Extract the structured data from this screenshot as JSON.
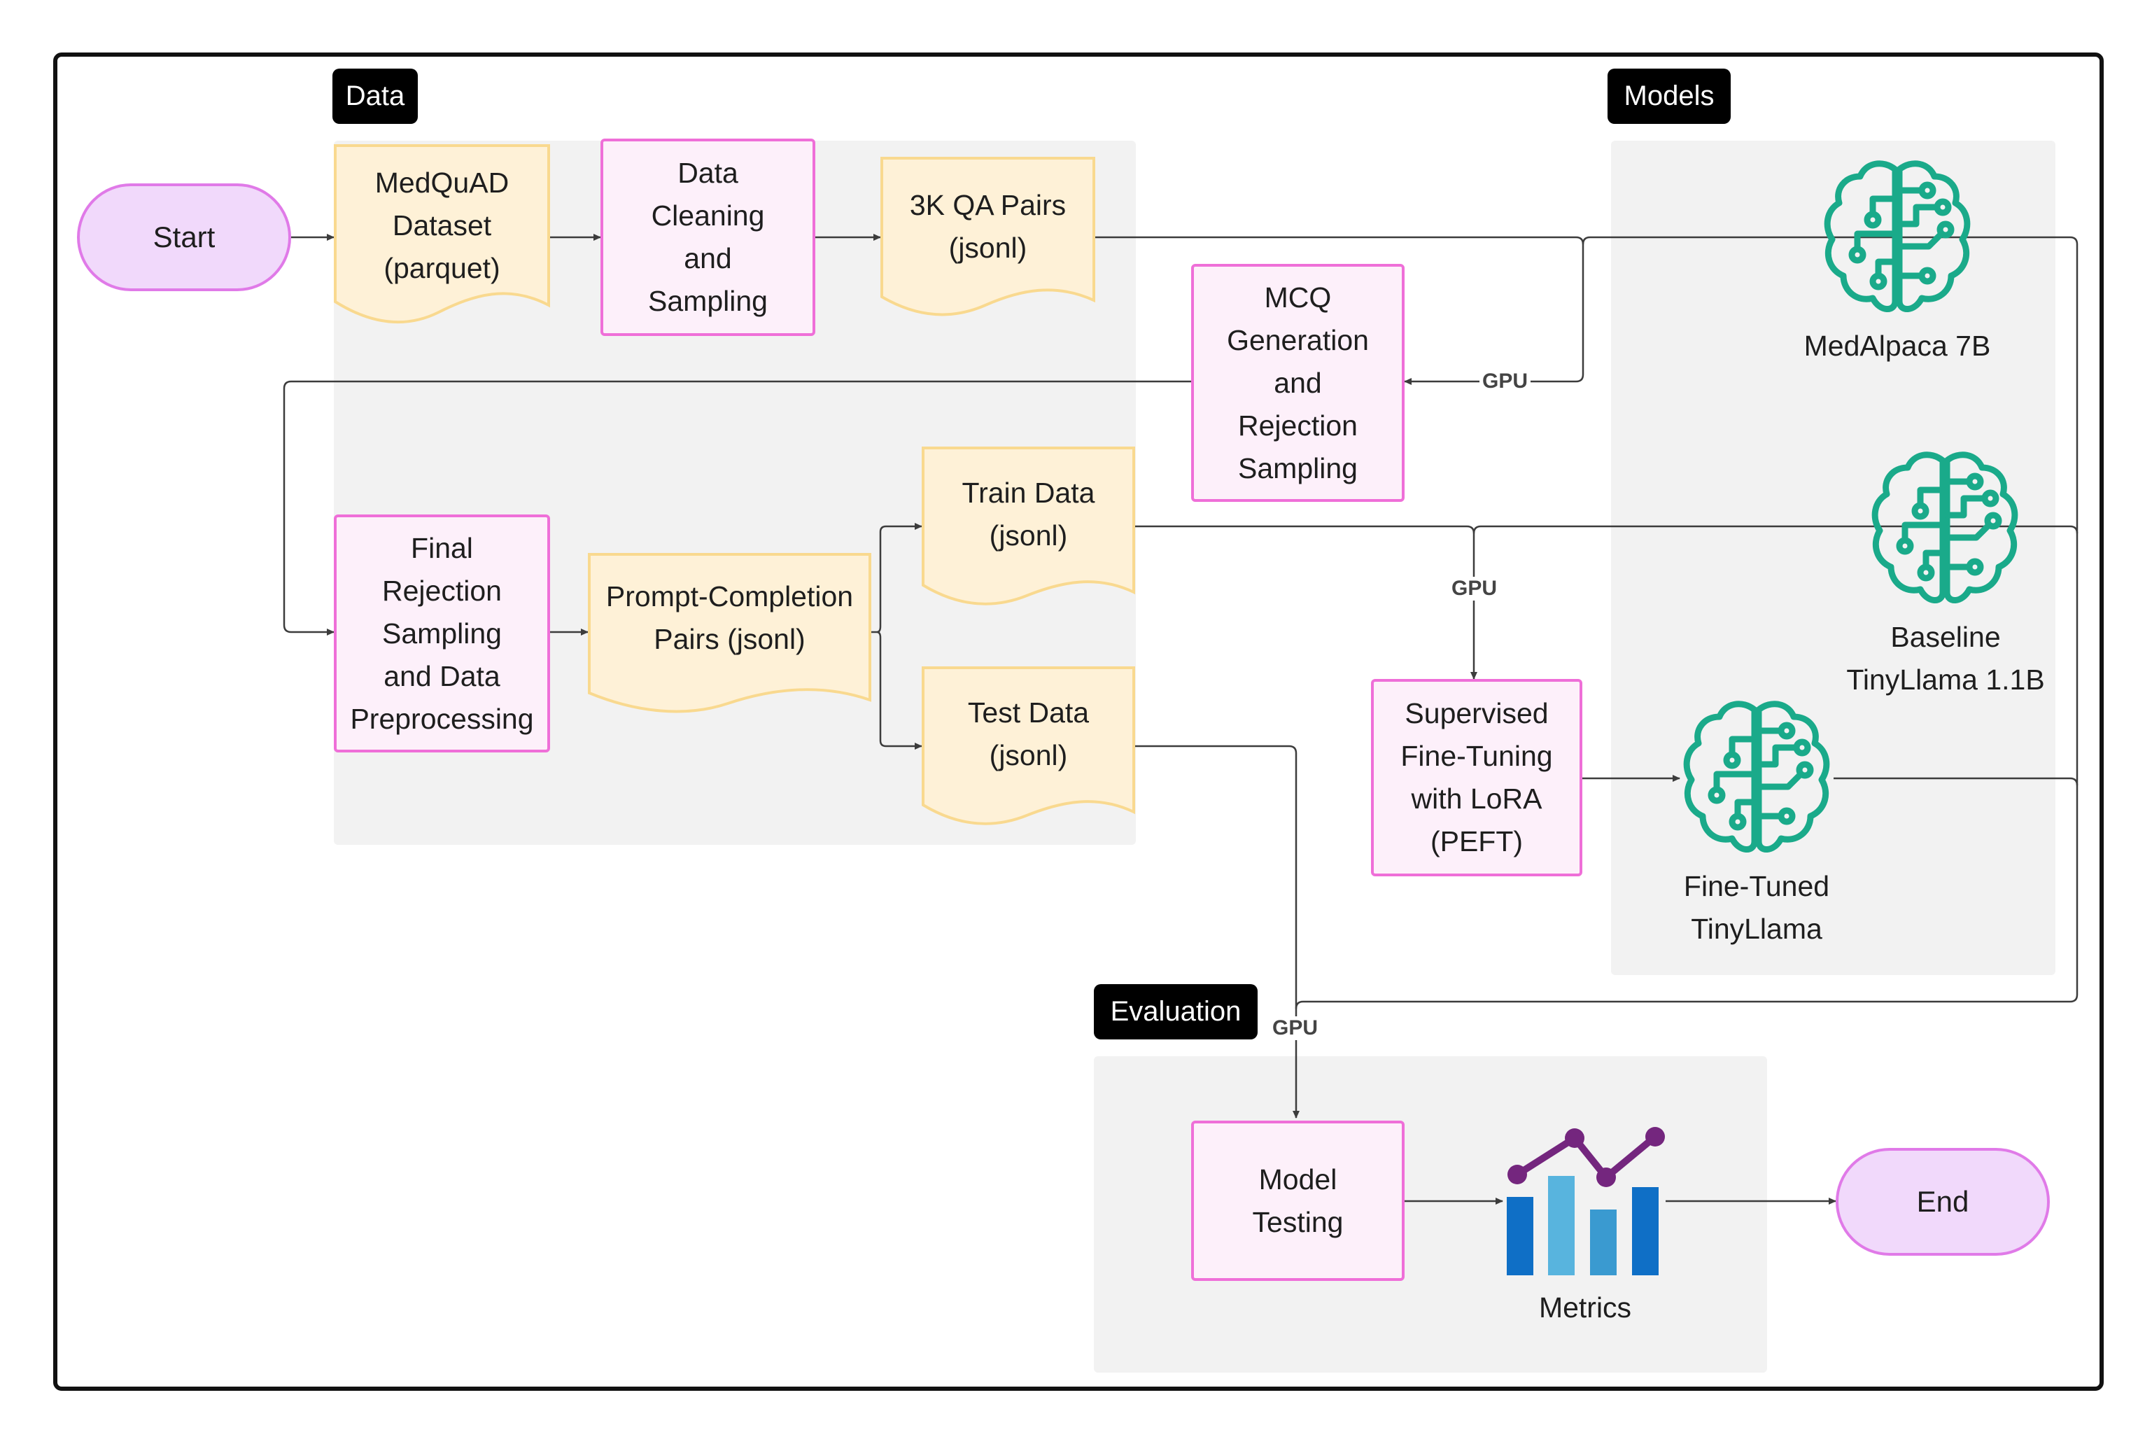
{
  "groups": {
    "data": "Data",
    "models": "Models",
    "evaluation": "Evaluation"
  },
  "terminals": {
    "start": "Start",
    "end": "End"
  },
  "processes": {
    "cleaning": "Data\nCleaning\nand\nSampling",
    "mcq": "MCQ\nGeneration\nand\nRejection\nSampling",
    "final": "Final\nRejection\nSampling\nand Data\nPreprocessing",
    "sft": "Supervised\nFine-Tuning\nwith LoRA\n(PEFT)",
    "testing": "Model\nTesting"
  },
  "documents": {
    "medquad": "MedQuAD\nDataset\n(parquet)",
    "qa_pairs": "3K QA Pairs\n(jsonl)",
    "prompt_pairs": "Prompt-Completion\nPairs (jsonl)",
    "train": "Train Data\n(jsonl)",
    "test": "Test Data\n(jsonl)"
  },
  "models": {
    "medalpaca": "MedAlpaca 7B",
    "baseline": "Baseline\nTinyLlama 1.1B",
    "finetuned": "Fine-Tuned\nTinyLlama"
  },
  "metrics_label": "Metrics",
  "edge_labels": {
    "gpu_mcq": "GPU",
    "gpu_sft": "GPU",
    "gpu_eval": "GPU"
  },
  "colors": {
    "document_fill": "#fef1d7",
    "document_border": "#f9d98f",
    "process_fill": "#fdf0fa",
    "process_border": "#ef6fd8",
    "terminal_fill": "#f1d9fb",
    "brain_icon": "#1aaa8a",
    "metrics_line": "#74267e",
    "metrics_bar_dark": "#0f6fc6",
    "metrics_bar_light": "#58b4de",
    "metrics_bar_mid": "#3a9ad0"
  },
  "icons": {
    "models": "brain-circuit-icon",
    "metrics": "bar-line-chart-icon"
  }
}
